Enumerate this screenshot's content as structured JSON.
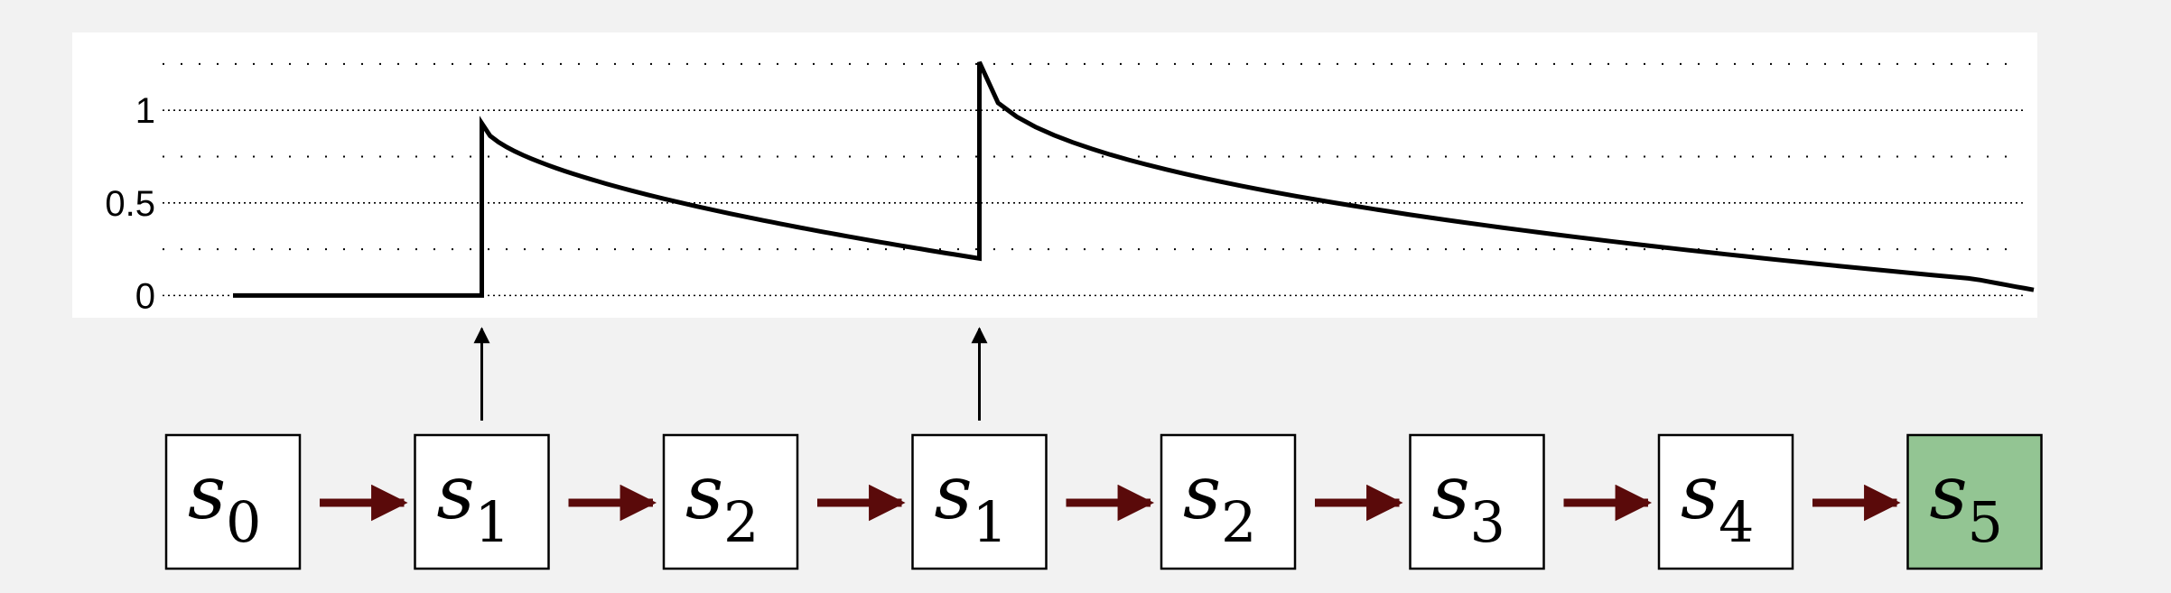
{
  "chart_data": {
    "type": "line",
    "yticks": [
      {
        "value": 0,
        "label": "0"
      },
      {
        "value": 0.5,
        "label": "0.5"
      },
      {
        "value": 1,
        "label": "1"
      }
    ],
    "ylim": [
      -0.12,
      1.42
    ],
    "minor_grid": [
      0.25,
      0.75,
      1.25
    ],
    "grid": "dotted",
    "line_color": "#000000",
    "series": [
      {
        "segments": [
          {
            "kind": "flat",
            "x0": 0,
            "x1": 1,
            "y": 0
          },
          {
            "kind": "jump",
            "x": 1,
            "y0": 0,
            "y1": 0.93
          },
          {
            "kind": "decay",
            "x0": 1,
            "x1": 3,
            "y0": 0.93,
            "y1": 0.2,
            "curve": 0.58
          },
          {
            "kind": "jump",
            "x": 3,
            "y0": 0.2,
            "y1": 1.26
          },
          {
            "kind": "decay",
            "x0": 3,
            "x1": 7.5,
            "y0": 1.26,
            "y1": 0.03,
            "curve": 0.42
          }
        ]
      }
    ],
    "markers_at_steps": [
      1,
      3
    ]
  },
  "states": [
    {
      "symbol": "s",
      "sub": "0",
      "highlight": false
    },
    {
      "symbol": "s",
      "sub": "1",
      "highlight": false
    },
    {
      "symbol": "s",
      "sub": "2",
      "highlight": false
    },
    {
      "symbol": "s",
      "sub": "1",
      "highlight": false
    },
    {
      "symbol": "s",
      "sub": "2",
      "highlight": false
    },
    {
      "symbol": "s",
      "sub": "3",
      "highlight": false
    },
    {
      "symbol": "s",
      "sub": "4",
      "highlight": false
    },
    {
      "symbol": "s",
      "sub": "5",
      "highlight": true
    }
  ],
  "colors": {
    "background": "#f2f2f2",
    "plot_background": "#ffffff",
    "state_fill": "#ffffff",
    "state_highlight": "#93c593",
    "transition_arrow": "#5a0a0a",
    "line": "#000000"
  }
}
